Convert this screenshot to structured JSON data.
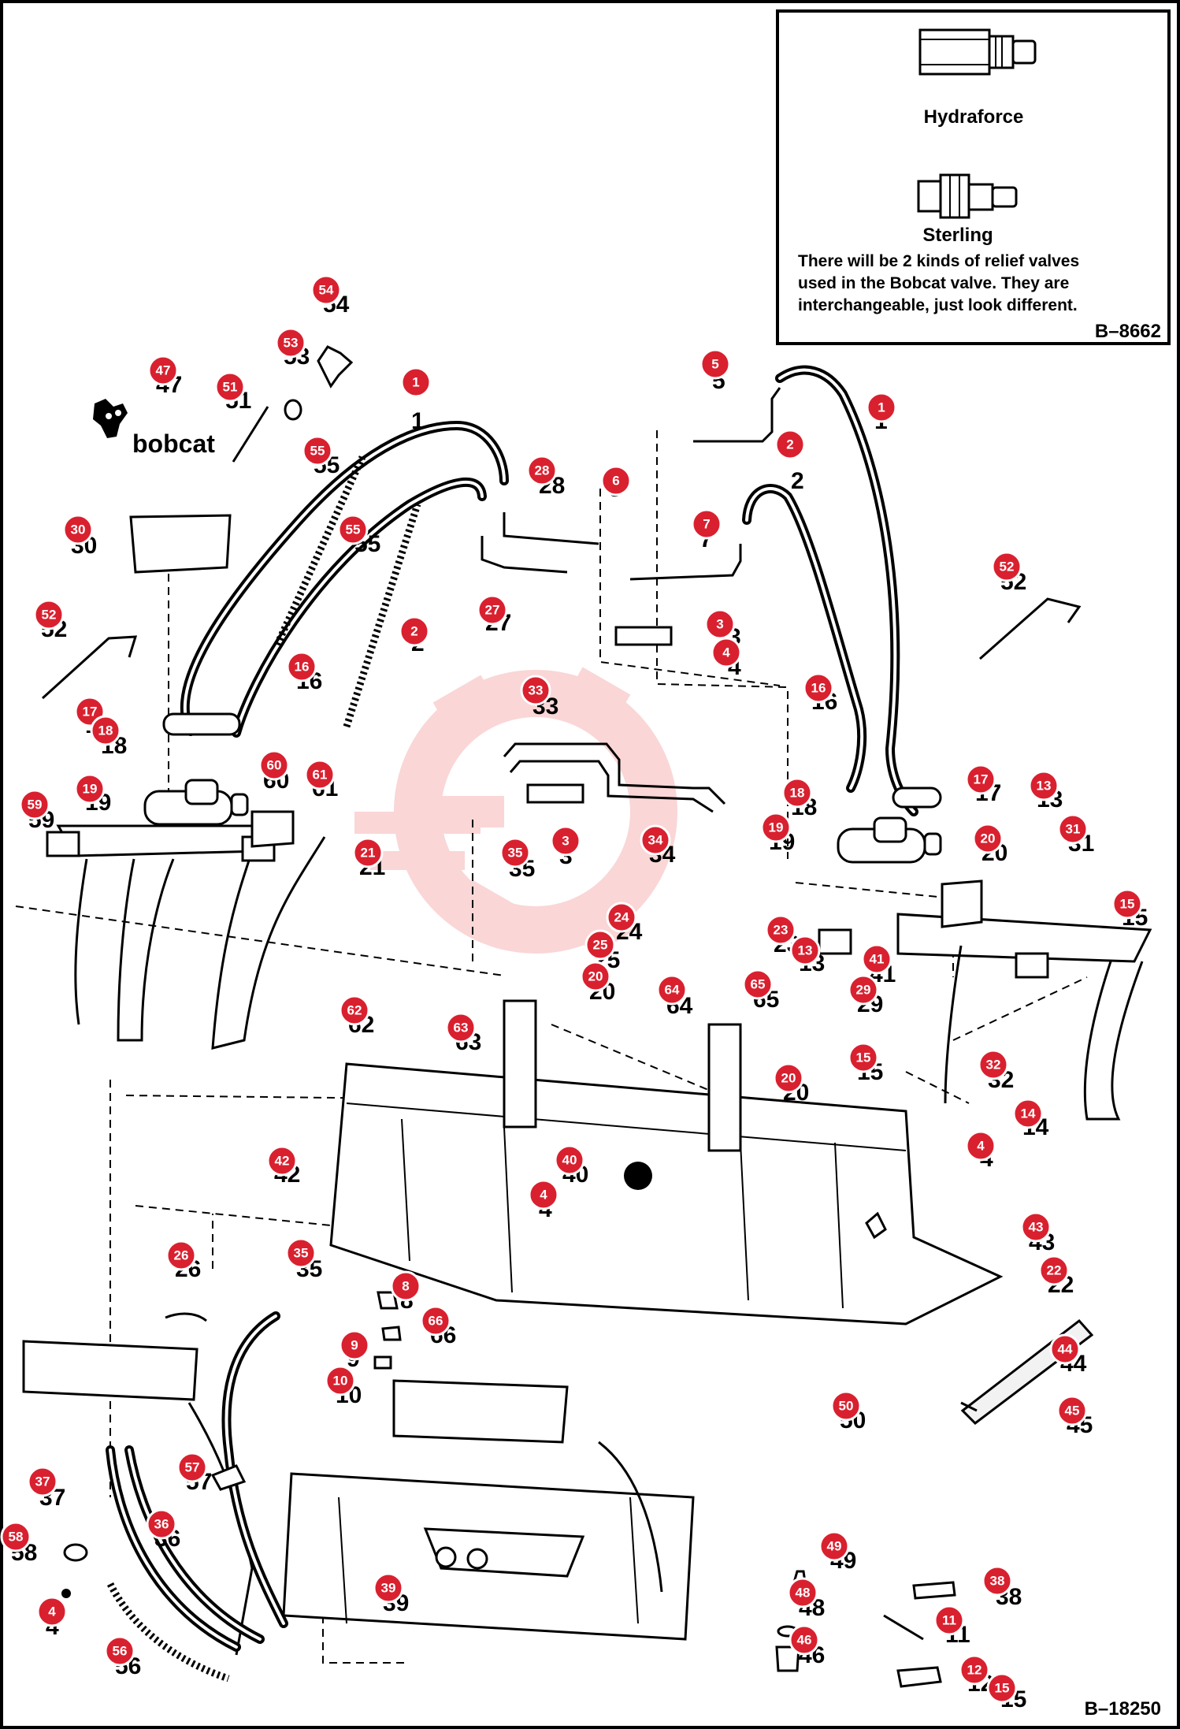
{
  "legend": {
    "valve_1_name": "Hydraforce",
    "valve_2_name": "Sterling",
    "note_line_1": "There will be 2 kinds of relief valves",
    "note_line_2": "used in the Bobcat valve. They are",
    "note_line_3": "interchangeable, just look different.",
    "figure_ref": "B–8662"
  },
  "figure_ref": "B–18250",
  "brand_logo_text": "bobcat",
  "colors": {
    "callout_fill": "#d9202f",
    "callout_stroke": "#ffffff",
    "ink": "#000000",
    "watermark": "#f4a5a5"
  },
  "icons": {
    "logo": "bobcat-logo-icon",
    "watermark": "gear-watermark-icon",
    "hydraforce_valve": "hydraforce-relief-valve-icon",
    "sterling_valve": "sterling-relief-valve-icon"
  },
  "callouts": [
    {
      "n": "54",
      "label": "54"
    },
    {
      "n": "53",
      "label": "53"
    },
    {
      "n": "47",
      "label": "47"
    },
    {
      "n": "51",
      "label": "51"
    },
    {
      "n": "1",
      "label": "1"
    },
    {
      "n": "5",
      "label": "5"
    },
    {
      "n": "1",
      "label": "1"
    },
    {
      "n": "2",
      "label": "2"
    },
    {
      "n": "55",
      "label": "55"
    },
    {
      "n": "28",
      "label": "28"
    },
    {
      "n": "6",
      "label": "6"
    },
    {
      "n": "30",
      "label": "30"
    },
    {
      "n": "55",
      "label": "55"
    },
    {
      "n": "7",
      "label": "7"
    },
    {
      "n": "52",
      "label": "52"
    },
    {
      "n": "27",
      "label": "27"
    },
    {
      "n": "52",
      "label": "52"
    },
    {
      "n": "2",
      "label": "2"
    },
    {
      "n": "3",
      "label": "3"
    },
    {
      "n": "4",
      "label": "4"
    },
    {
      "n": "16",
      "label": "16"
    },
    {
      "n": "16",
      "label": "16"
    },
    {
      "n": "17",
      "label": "17"
    },
    {
      "n": "33",
      "label": "33"
    },
    {
      "n": "18",
      "label": "18"
    },
    {
      "n": "60",
      "label": "60"
    },
    {
      "n": "61",
      "label": "61"
    },
    {
      "n": "19",
      "label": "19"
    },
    {
      "n": "17",
      "label": "17"
    },
    {
      "n": "13",
      "label": "13"
    },
    {
      "n": "18",
      "label": "18"
    },
    {
      "n": "59",
      "label": "59"
    },
    {
      "n": "31",
      "label": "31"
    },
    {
      "n": "20",
      "label": "20"
    },
    {
      "n": "35",
      "label": "35"
    },
    {
      "n": "3",
      "label": "3"
    },
    {
      "n": "34",
      "label": "34"
    },
    {
      "n": "21",
      "label": "21"
    },
    {
      "n": "19",
      "label": "19"
    },
    {
      "n": "15",
      "label": "15"
    },
    {
      "n": "24",
      "label": "24"
    },
    {
      "n": "23",
      "label": "23"
    },
    {
      "n": "25",
      "label": "25"
    },
    {
      "n": "13",
      "label": "13"
    },
    {
      "n": "41",
      "label": "41"
    },
    {
      "n": "20",
      "label": "20"
    },
    {
      "n": "64",
      "label": "64"
    },
    {
      "n": "65",
      "label": "65"
    },
    {
      "n": "29",
      "label": "29"
    },
    {
      "n": "62",
      "label": "62"
    },
    {
      "n": "63",
      "label": "63"
    },
    {
      "n": "15",
      "label": "15"
    },
    {
      "n": "20",
      "label": "20"
    },
    {
      "n": "32",
      "label": "32"
    },
    {
      "n": "14",
      "label": "14"
    },
    {
      "n": "42",
      "label": "42"
    },
    {
      "n": "40",
      "label": "40"
    },
    {
      "n": "4",
      "label": "4"
    },
    {
      "n": "4",
      "label": "4"
    },
    {
      "n": "43",
      "label": "43"
    },
    {
      "n": "26",
      "label": "26"
    },
    {
      "n": "35",
      "label": "35"
    },
    {
      "n": "22",
      "label": "22"
    },
    {
      "n": "8",
      "label": "8"
    },
    {
      "n": "66",
      "label": "66"
    },
    {
      "n": "9",
      "label": "9"
    },
    {
      "n": "44",
      "label": "44"
    },
    {
      "n": "10",
      "label": "10"
    },
    {
      "n": "50",
      "label": "50"
    },
    {
      "n": "45",
      "label": "45"
    },
    {
      "n": "57",
      "label": "57"
    },
    {
      "n": "37",
      "label": "37"
    },
    {
      "n": "36",
      "label": "36"
    },
    {
      "n": "58",
      "label": "58"
    },
    {
      "n": "49",
      "label": "49"
    },
    {
      "n": "39",
      "label": "39"
    },
    {
      "n": "38",
      "label": "38"
    },
    {
      "n": "48",
      "label": "48"
    },
    {
      "n": "4",
      "label": "4"
    },
    {
      "n": "11",
      "label": "11"
    },
    {
      "n": "46",
      "label": "46"
    },
    {
      "n": "56",
      "label": "56"
    },
    {
      "n": "12",
      "label": "12"
    },
    {
      "n": "15",
      "label": "15"
    }
  ],
  "part_numbers": [
    "54",
    "53",
    "47",
    "51",
    "1",
    "5",
    "1",
    "2",
    "55",
    "28",
    "6",
    "30",
    "55",
    "7",
    "52",
    "27",
    "52",
    "2",
    "3",
    "4",
    "16",
    "16",
    "17",
    "33",
    "18",
    "60",
    "61",
    "19",
    "17",
    "13",
    "18",
    "59",
    "31",
    "20",
    "35",
    "3",
    "34",
    "21",
    "19",
    "15",
    "24",
    "23",
    "25",
    "13",
    "41",
    "20",
    "64",
    "65",
    "29",
    "62",
    "63",
    "15",
    "20",
    "32",
    "14",
    "42",
    "40",
    "4",
    "4",
    "43",
    "26",
    "35",
    "22",
    "8",
    "66",
    "9",
    "44",
    "10",
    "50",
    "45",
    "57",
    "37",
    "36",
    "58",
    "49",
    "39",
    "38",
    "48",
    "4",
    "11",
    "46",
    "56",
    "12",
    "15"
  ]
}
